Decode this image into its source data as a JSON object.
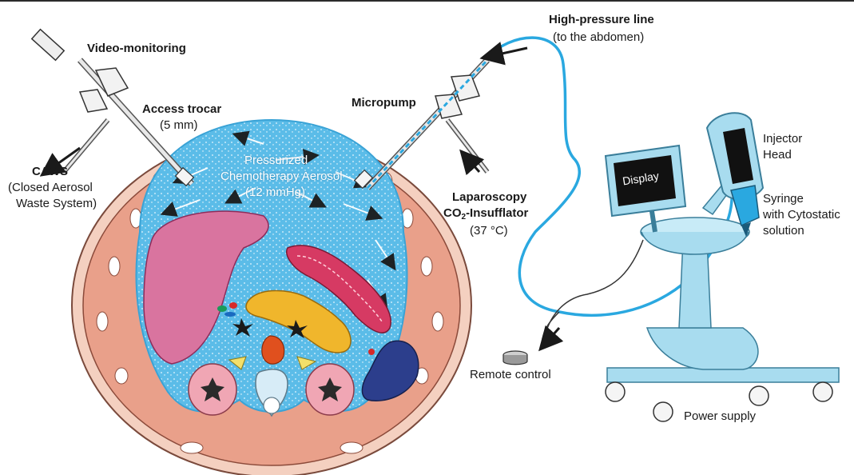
{
  "labels": {
    "video_monitoring": "Video-monitoring",
    "access_trocar": "Access trocar",
    "access_trocar_size": "(5 mm)",
    "caws": "CAWS",
    "caws_line1": "(Closed Aerosol",
    "caws_line2": "Waste System)",
    "pressurized_line1": "Pressurized",
    "pressurized_line2": "Chemotherapy Aerosol",
    "pressurized_line3": "(12 mmHg)",
    "micropump": "Micropump",
    "high_pressure_line": "High-pressure line",
    "high_pressure_sub": "(to the abdomen)",
    "laparoscopy": "Laparoscopy",
    "insufflator_co": "CO",
    "insufflator_sub": "2",
    "insufflator_rest": "-Insufflator",
    "insufflator_temp": "(37 °C)",
    "injector_line1": "Injector",
    "injector_line2": "Head",
    "syringe_line1": "Syringe",
    "syringe_line2": "with Cytostatic",
    "syringe_line3": "solution",
    "display": "Display",
    "remote_control": "Remote control",
    "power_supply": "Power supply"
  },
  "colors": {
    "aerosol_blue": "#6cc4ea",
    "line_blue": "#2aa8e0",
    "liver_pink": "#d9749f",
    "muscle_salmon": "#e9a08a",
    "stomach_red": "#d63a63",
    "pancreas_yellow": "#f0b62c",
    "spleen_blue": "#2c3e8c",
    "injector_light": "#a8dcef"
  },
  "icons": [
    "arrow-icon",
    "trocar-icon",
    "display-icon",
    "remote-control-icon"
  ]
}
